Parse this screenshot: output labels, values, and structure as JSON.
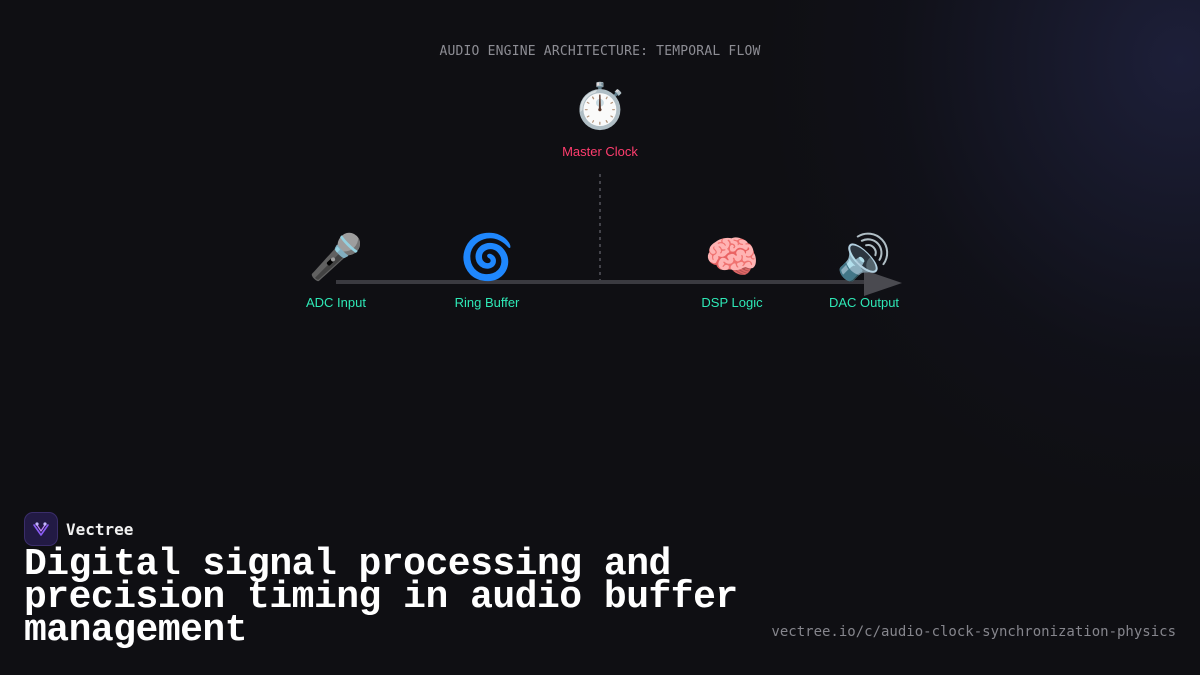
{
  "diagram": {
    "title": "AUDIO ENGINE ARCHITECTURE: TEMPORAL FLOW",
    "clock": {
      "icon": "stopwatch-icon",
      "glyph": "⏱️",
      "label": "Master Clock",
      "color": "#ff3d6e"
    },
    "stages": [
      {
        "icon": "microphone-icon",
        "glyph": "🎤",
        "label": "ADC Input"
      },
      {
        "icon": "cyclone-icon",
        "glyph": "🌀",
        "label": "Ring Buffer"
      },
      {
        "icon": "brain-icon",
        "glyph": "🧠",
        "label": "DSP Logic"
      },
      {
        "icon": "speaker-icon",
        "glyph": "🔊",
        "label": "DAC Output"
      }
    ],
    "stage_color": "#2ee8b6",
    "line_color": "#3a3a40"
  },
  "brand": {
    "name": "Vectree",
    "logo_icon": "vectree-logo-icon",
    "accent": "#8b5cf6"
  },
  "headline": "Digital signal processing and precision timing in audio buffer management",
  "url": "vectree.io/c/audio-clock-synchronization-physics"
}
